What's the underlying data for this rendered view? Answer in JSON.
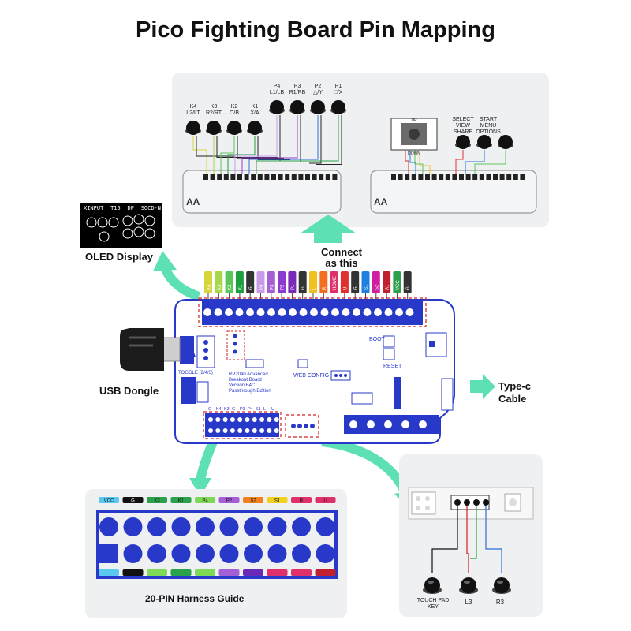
{
  "title": "Pico Fighting Board Pin Mapping",
  "top_panel": {
    "left_buttons": [
      {
        "id": "K4",
        "alt": "L2/LT"
      },
      {
        "id": "K3",
        "alt": "R2/RT"
      },
      {
        "id": "K2",
        "alt": "O/B"
      },
      {
        "id": "K1",
        "alt": "X/A"
      },
      {
        "id": "P4",
        "alt": "L1/LB"
      },
      {
        "id": "P3",
        "alt": "R1/RB"
      },
      {
        "id": "P2",
        "alt": "△/Y"
      },
      {
        "id": "P1",
        "alt": "□/X"
      }
    ],
    "joystick_up": "UP",
    "joystick_down": "DOWN",
    "right_buttons": [
      {
        "id": "SELECT",
        "alt": "VIEW",
        "alt2": "SHARE"
      },
      {
        "id": "START",
        "alt": "MENU",
        "alt2": "OPTIONS"
      }
    ]
  },
  "oled": {
    "header": [
      "XINPUT",
      "T15",
      "DP",
      "SOCD-N"
    ],
    "label": "OLED Display"
  },
  "connect_label": "Connect as this",
  "usb_label": "USB Dongle",
  "typec_label": "Type-c Cable",
  "board": {
    "top_pins": [
      "K4",
      "K3",
      "K2",
      "K1",
      "G",
      "P4",
      "P3",
      "P2",
      "P1",
      "G",
      "L",
      "R",
      "HOME",
      "U",
      "G",
      "S1",
      "S2",
      "A1",
      "VCC",
      "G"
    ],
    "boot": "BOOT",
    "reset": "RESET",
    "web_config": "WEB CONFIG",
    "silk_lines": [
      "RP2040 Advanced",
      "Breakout Board",
      "Version B4C",
      "Passthrough Edition"
    ],
    "toggle": "TOGGLE (2/4/3)",
    "bottom_pins": [
      "G",
      "K4",
      "K3",
      "G",
      "P3",
      "P4",
      "S1",
      "L",
      "U"
    ]
  },
  "harness": {
    "label": "20-PIN Harness Guide",
    "top_labels": [
      "VCC",
      "G",
      "K3",
      "K1",
      "P4",
      "P2",
      "S2",
      "S1",
      "R",
      "U"
    ]
  },
  "bottom_right": {
    "buttons": [
      "TOUCH PAD KEY",
      "L3",
      "R3"
    ]
  },
  "colors": {
    "accent_teal": "#5ee0b5",
    "board_blue": "#2838c8",
    "red_dash": "#d02020"
  }
}
